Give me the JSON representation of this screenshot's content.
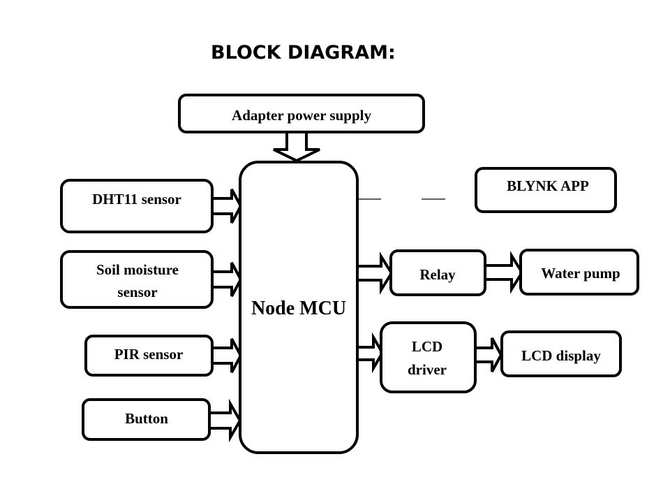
{
  "title": "BLOCK DIAGRAM:",
  "blocks": {
    "adapter": {
      "label": "Adapter power supply"
    },
    "nodemcu": {
      "label": "Node MCU"
    },
    "dht11": {
      "label": "DHT11 sensor"
    },
    "soil": {
      "line1": "Soil moisture",
      "line2": "sensor"
    },
    "pir": {
      "label": "PIR sensor"
    },
    "button": {
      "label": "Button"
    },
    "blynk": {
      "label": "BLYNK APP"
    },
    "relay": {
      "label": "Relay"
    },
    "pump": {
      "label": "Water pump"
    },
    "lcd_driver": {
      "line1": "LCD",
      "line2": "driver"
    },
    "lcd_display": {
      "label": "LCD display"
    }
  },
  "connections": [
    {
      "from": "Adapter power supply",
      "to": "Node MCU",
      "style": "block-arrow"
    },
    {
      "from": "DHT11 sensor",
      "to": "Node MCU",
      "style": "block-arrow"
    },
    {
      "from": "Soil moisture sensor",
      "to": "Node MCU",
      "style": "block-arrow"
    },
    {
      "from": "PIR sensor",
      "to": "Node MCU",
      "style": "block-arrow"
    },
    {
      "from": "Button",
      "to": "Node MCU",
      "style": "block-arrow"
    },
    {
      "from": "Node MCU",
      "to": "BLYNK APP",
      "style": "dashed-line"
    },
    {
      "from": "Node MCU",
      "to": "Relay",
      "style": "block-arrow"
    },
    {
      "from": "Relay",
      "to": "Water pump",
      "style": "block-arrow"
    },
    {
      "from": "Node MCU",
      "to": "LCD driver",
      "style": "block-arrow"
    },
    {
      "from": "LCD driver",
      "to": "LCD display",
      "style": "block-arrow"
    }
  ]
}
